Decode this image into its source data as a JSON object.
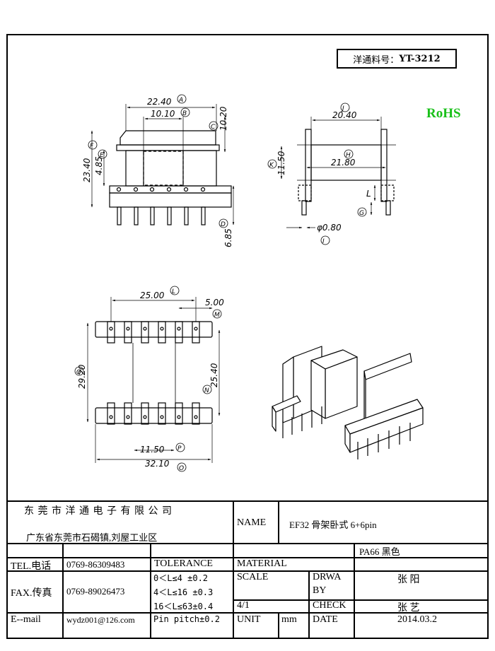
{
  "part_number": {
    "label": "洋通料号：",
    "value": "YT-3212"
  },
  "rohs": "RoHS",
  "rohs_color": "#19c019",
  "front_view": {
    "dims": {
      "a": "22.40",
      "b": "10.10",
      "c": "10.20",
      "f": "23.40",
      "e": "4.85",
      "d": "6.85"
    },
    "circles": {
      "a": "A",
      "b": "B",
      "c": "C",
      "f": "F",
      "e": "E",
      "d": "D"
    }
  },
  "side_view": {
    "dims": {
      "j": "20.40",
      "h": "21.80",
      "k": "11.50",
      "l": "L",
      "g": "G",
      "pin": "φ0.80"
    },
    "circles": {
      "j": "J",
      "h": "H",
      "k": "K",
      "g": "G",
      "i": "I"
    }
  },
  "bottom_view": {
    "dims": {
      "l": "25.00",
      "m": "5.00",
      "q": "29.20",
      "n": "25.40",
      "p": "11.50",
      "o": "32.10"
    },
    "circles": {
      "l": "L",
      "m": "M",
      "q": "Q",
      "n": "N",
      "p": "P",
      "o": "O"
    }
  },
  "title_block": {
    "company": "东 莞 市 洋 通 电 子 有 限 公 司",
    "address": "广东省东莞市石碣镇,刘屋工业区",
    "name_label": "NAME",
    "name_value": "EF32 骨架卧式 6+6pin",
    "tel_label": "TEL.电话",
    "tel_value": "0769-86309483",
    "tolerance_label": "TOLERANCE",
    "material_label": "MATERIAL",
    "material_value": "PA66  黑色",
    "fax_label": "FAX.传真",
    "fax_value": "0769-89026473",
    "tol_1": "0＜L≤4   ±0.2",
    "tol_2": "4＜L≤16  ±0.3",
    "tol_3": "16＜L≤63±0.4",
    "tol_4": "Pin pitch±0.2",
    "scale_label": "SCALE",
    "scale_value": "4/1",
    "drawn_label_1": "DRWA",
    "drawn_label_2": "BY",
    "drawn_value": "张  阳",
    "check_label": "CHECK",
    "check_value": "张  艺",
    "email_label": "E--mail",
    "email_value": "wydz001@126.com",
    "unit_label": "UNIT",
    "unit_value": "mm",
    "date_label": "DATE",
    "date_value": "2014.03.2"
  }
}
